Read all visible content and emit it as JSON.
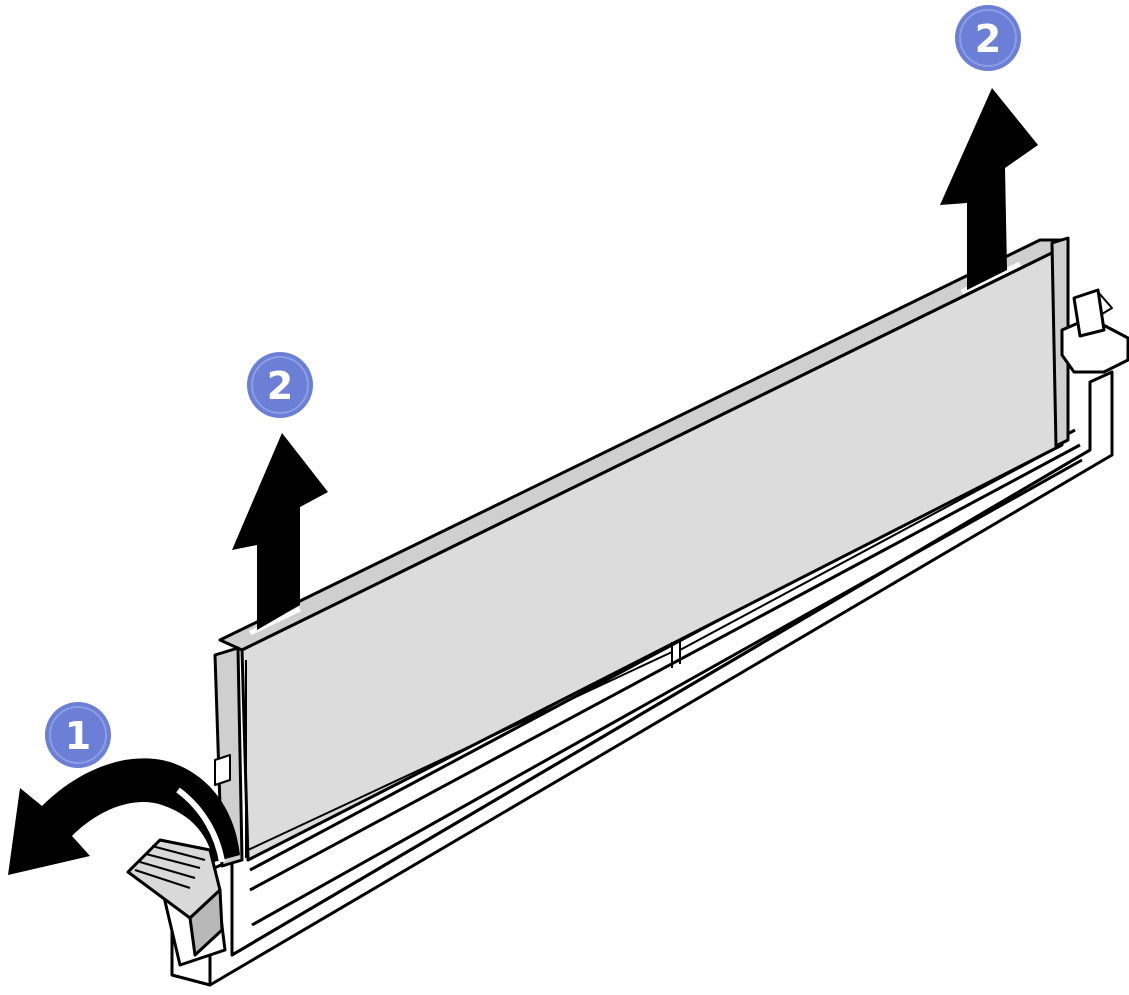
{
  "colors": {
    "callout_fill": "#6b7fd6",
    "callout_highlight": "#8d9de3",
    "module_fill": "#dcdcdc",
    "module_edge_fill": "#cfcfcf",
    "outline": "#000000",
    "arrow_fill": "#000000",
    "slot_fill": "#ffffff"
  },
  "callouts": [
    {
      "label": "1"
    },
    {
      "label": "2"
    },
    {
      "label": "2"
    }
  ],
  "icons": {
    "open_clip_arrow": "curved-arrow-icon",
    "lift_arrow": "up-arrow-icon"
  }
}
